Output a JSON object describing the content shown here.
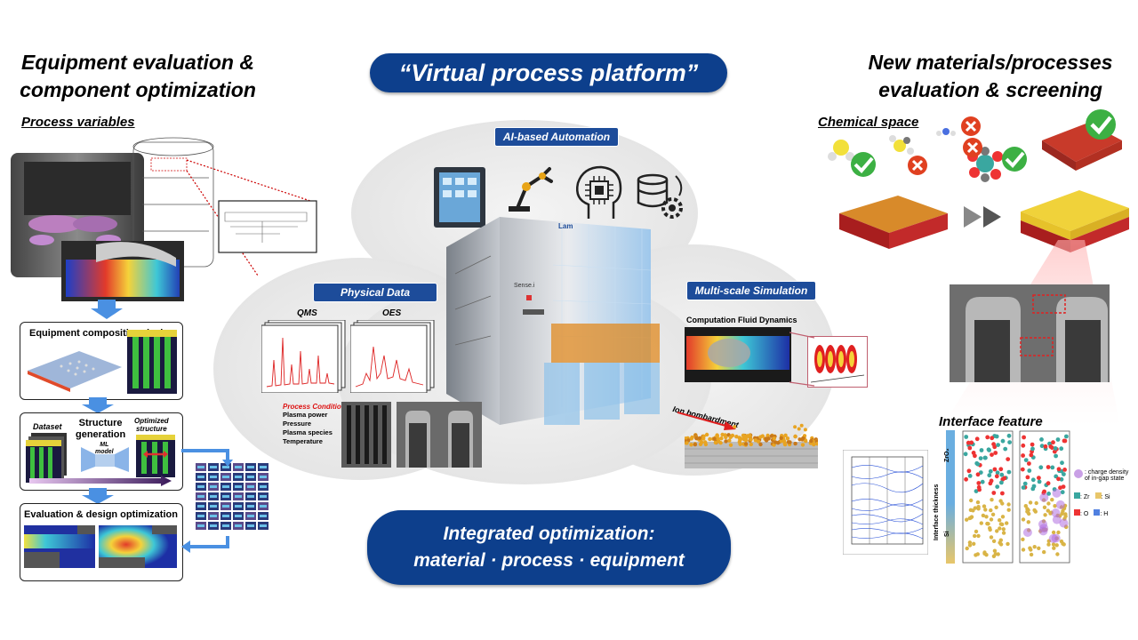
{
  "left": {
    "title_line1": "Equipment evaluation &",
    "title_line2": "component optimization",
    "process_variables": "Process variables",
    "equip_comp_design": "Equipment composition design",
    "dataset": "Dataset",
    "structure_generation_line1": "Structure",
    "structure_generation_line2": "generation",
    "ml_model_line1": "ML",
    "ml_model_line2": "model",
    "optimized_structure_line1": "Optimized",
    "optimized_structure_line2": "structure",
    "eval_design_opt": "Evaluation & design optimization"
  },
  "center": {
    "virtual_platform": "“Virtual process platform”",
    "ai_automation": "AI-based Automation",
    "physical_data": "Physical Data",
    "multiscale_sim": "Multi-scale Simulation",
    "qms": "QMS",
    "oes": "OES",
    "process_condition": {
      "title": "Process Condition",
      "items": [
        "Plasma power",
        "Pressure",
        "Plasma species",
        "Temperature"
      ]
    },
    "cfd": "Computation Fluid Dynamics",
    "ion_bombardment": "Ion bombardment",
    "tool_brand": "Lam",
    "tool_name": "Sense.i",
    "integrated_line1": "Integrated optimization:",
    "integrated_line2": "material · process · equipment"
  },
  "right": {
    "title_line1": "New materials/processes",
    "title_line2": "evaluation & screening",
    "chemical_space": "Chemical space",
    "interface_feature": "Interface feature",
    "legend_charge_line1": ": charge density",
    "legend_charge_line2": "of in-gap state",
    "legend_zr": ": Zr",
    "legend_si": ": Si",
    "legend_o": ": O",
    "legend_h": ": H",
    "axis_interface_thickness": "Interface thickness",
    "zro2": "ZrO₂",
    "si": "Si"
  },
  "colors": {
    "navy": "#0d3f8c",
    "tag_blue": "#1d4c9a",
    "arrow_blue": "#4a90e2",
    "check_green": "#3cb043",
    "cross_red": "#e04020"
  }
}
